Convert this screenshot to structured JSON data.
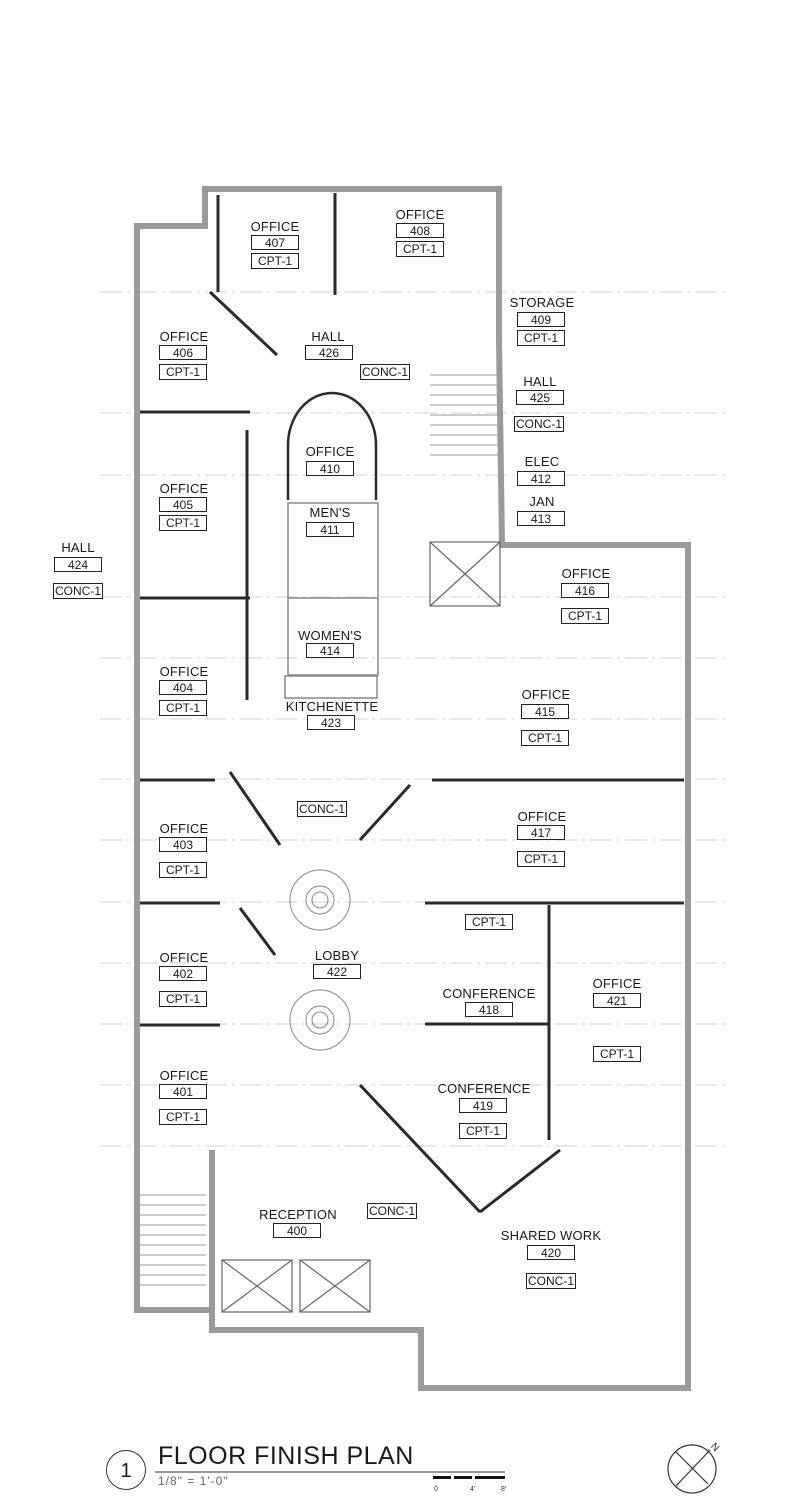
{
  "rooms": [
    {
      "key": "office407",
      "name": "OFFICE",
      "number": "407",
      "finish": "CPT-1"
    },
    {
      "key": "office408",
      "name": "OFFICE",
      "number": "408",
      "finish": "CPT-1"
    },
    {
      "key": "storage409",
      "name": "STORAGE",
      "number": "409",
      "finish": "CPT-1"
    },
    {
      "key": "office406",
      "name": "OFFICE",
      "number": "406",
      "finish": "CPT-1"
    },
    {
      "key": "hall426",
      "name": "HALL",
      "number": "426",
      "finish": "CONC-1"
    },
    {
      "key": "hall425",
      "name": "HALL",
      "number": "425",
      "finish": "CONC-1"
    },
    {
      "key": "office410",
      "name": "OFFICE",
      "number": "410",
      "finish": ""
    },
    {
      "key": "elec412",
      "name": "ELEC",
      "number": "412",
      "finish": ""
    },
    {
      "key": "office405",
      "name": "OFFICE",
      "number": "405",
      "finish": "CPT-1"
    },
    {
      "key": "mens411",
      "name": "MEN'S",
      "number": "411",
      "finish": ""
    },
    {
      "key": "jan413",
      "name": "JAN",
      "number": "413",
      "finish": ""
    },
    {
      "key": "hall424",
      "name": "HALL",
      "number": "424",
      "finish": "CONC-1"
    },
    {
      "key": "office416",
      "name": "OFFICE",
      "number": "416",
      "finish": "CPT-1"
    },
    {
      "key": "womens414",
      "name": "WOMEN'S",
      "number": "414",
      "finish": ""
    },
    {
      "key": "office404",
      "name": "OFFICE",
      "number": "404",
      "finish": "CPT-1"
    },
    {
      "key": "office415",
      "name": "OFFICE",
      "number": "415",
      "finish": "CPT-1"
    },
    {
      "key": "kitchenette423",
      "name": "KITCHENETTE",
      "number": "423",
      "finish": "CONC-1"
    },
    {
      "key": "office403",
      "name": "OFFICE",
      "number": "403",
      "finish": "CPT-1"
    },
    {
      "key": "office417",
      "name": "OFFICE",
      "number": "417",
      "finish": "CPT-1"
    },
    {
      "key": "conference418",
      "name": "CONFERENCE",
      "number": "418",
      "finish": "CPT-1"
    },
    {
      "key": "office402",
      "name": "OFFICE",
      "number": "402",
      "finish": "CPT-1"
    },
    {
      "key": "lobby422",
      "name": "LOBBY",
      "number": "422",
      "finish": ""
    },
    {
      "key": "office421",
      "name": "OFFICE",
      "number": "421",
      "finish": "CPT-1"
    },
    {
      "key": "office401",
      "name": "OFFICE",
      "number": "401",
      "finish": "CPT-1"
    },
    {
      "key": "conference419",
      "name": "CONFERENCE",
      "number": "419",
      "finish": "CPT-1"
    },
    {
      "key": "reception400",
      "name": "RECEPTION",
      "number": "400",
      "finish": "CONC-1"
    },
    {
      "key": "sharedwork420",
      "name": "SHARED WORK",
      "number": "420",
      "finish": "CONC-1"
    }
  ],
  "title_block": {
    "drawing_number": "1",
    "title": "FLOOR FINISH PLAN",
    "scale": "1/8\" = 1'-0\"",
    "scale_bar_ticks": [
      "0",
      "4'",
      "8'"
    ],
    "north_label": "N"
  },
  "colors": {
    "wall_fill": "#d9d9d9",
    "wall_line": "#555555",
    "gridline": "#bbbbbb",
    "ink": "#1a1a1a"
  }
}
